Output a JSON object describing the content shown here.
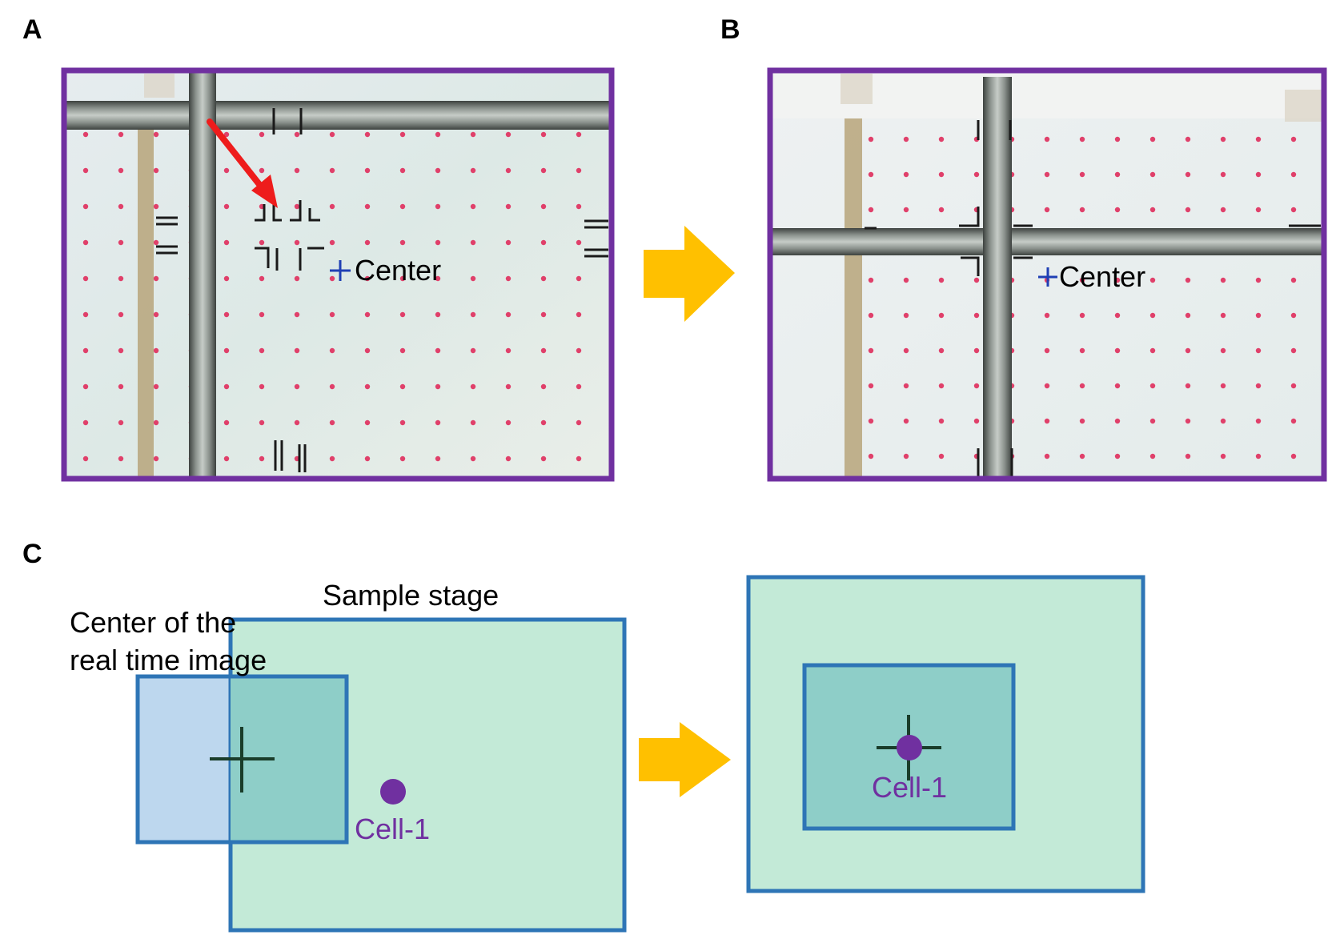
{
  "panels": {
    "a": {
      "letter": "A",
      "center_label": "Center"
    },
    "b": {
      "letter": "B",
      "center_label": "Center"
    },
    "c": {
      "letter": "C",
      "sample_stage_label": "Sample stage",
      "realtime_label_line1": "Center of the",
      "realtime_label_line2": "real time image",
      "cell_label_before": "Cell-1",
      "cell_label_after": "Cell-1"
    }
  },
  "colors": {
    "photo_frame": "#7030a0",
    "transition_arrow": "#ffc000",
    "pointer_arrow": "#ee1c1c",
    "stage_fill": "#c3ead7",
    "stage_border": "#2e75b6",
    "view_fill": "#bdd7ee",
    "overlap_fill": "#8ecec8",
    "crosshair": "#1a3d2a",
    "cell": "#7030a0",
    "center_mark": "#1f3fb4",
    "dot": "#e0406a",
    "grid_bar": "#5f6660"
  }
}
